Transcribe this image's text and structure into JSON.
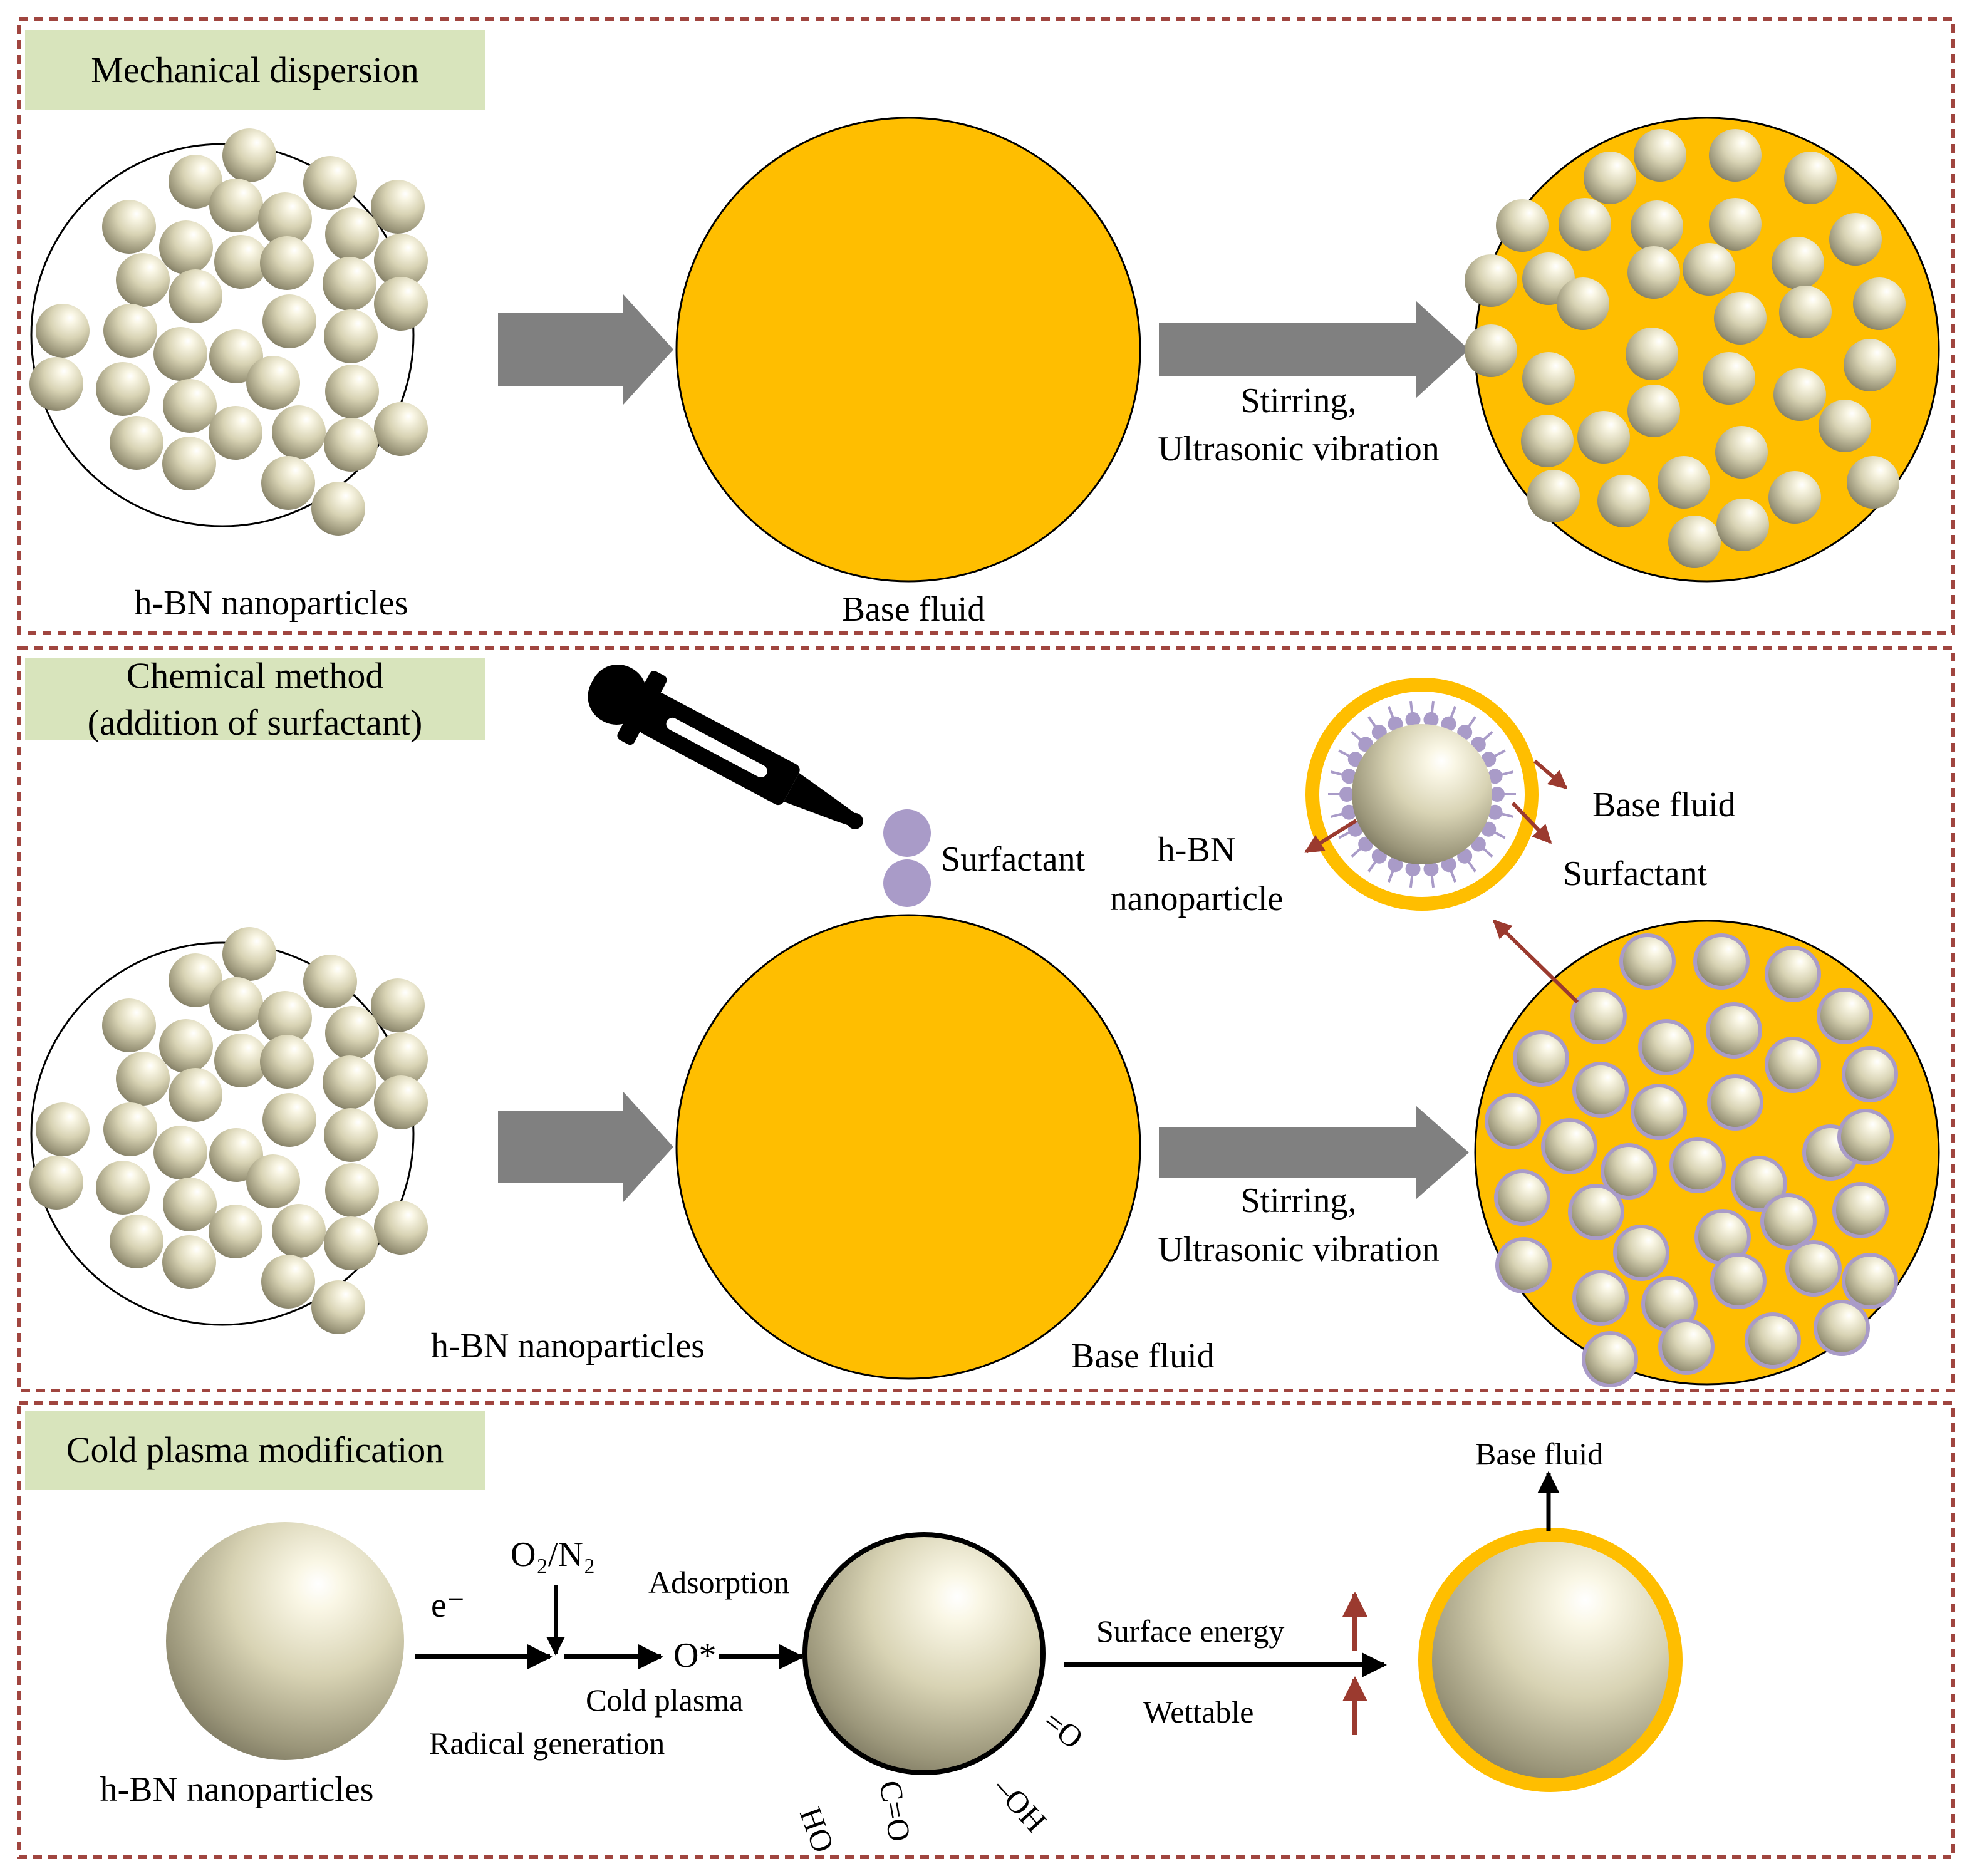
{
  "panels": {
    "mechanical": {
      "title": "Mechanical dispersion",
      "particles_label": "h-BN nanoparticles",
      "fluid_label": "Base fluid",
      "process_line1": "Stirring,",
      "process_line2": "Ultrasonic vibration"
    },
    "chemical": {
      "title_line1": "Chemical method",
      "title_line2": "(addition of surfactant)",
      "surfactant_label": "Surfactant",
      "particles_label": "h-BN nanoparticles",
      "fluid_label": "Base fluid",
      "process_line1": "Stirring,",
      "process_line2": "Ultrasonic vibration",
      "detail_base_fluid": "Base fluid",
      "detail_surfactant": "Surfactant",
      "detail_hbn_line1": "h-BN",
      "detail_hbn_line2": "nanoparticle"
    },
    "plasma": {
      "title": "Cold plasma modification",
      "particle_label": "h-BN nanoparticles",
      "electron": "e⁻",
      "gas": "O₂/N₂",
      "adsorption": "Adsorption",
      "radical": "O*",
      "cold_plasma": "Cold plasma",
      "radical_generation": "Radical generation",
      "surface_energy": "Surface energy",
      "wettable": "Wettable",
      "base_fluid": "Base fluid",
      "group_carbonyl": "=O",
      "group_hydroxyl": "–OH",
      "group_carboxyl_ho": "HO",
      "group_carboxyl_co": "C=O"
    }
  },
  "colors": {
    "frame": "#a0453f",
    "title_bg": "#d8e4bc",
    "base_fluid": "#ffbe00",
    "arrow_gray": "#808080",
    "surfactant": "#a99bc8",
    "red_arrow": "#9b3a2f"
  }
}
